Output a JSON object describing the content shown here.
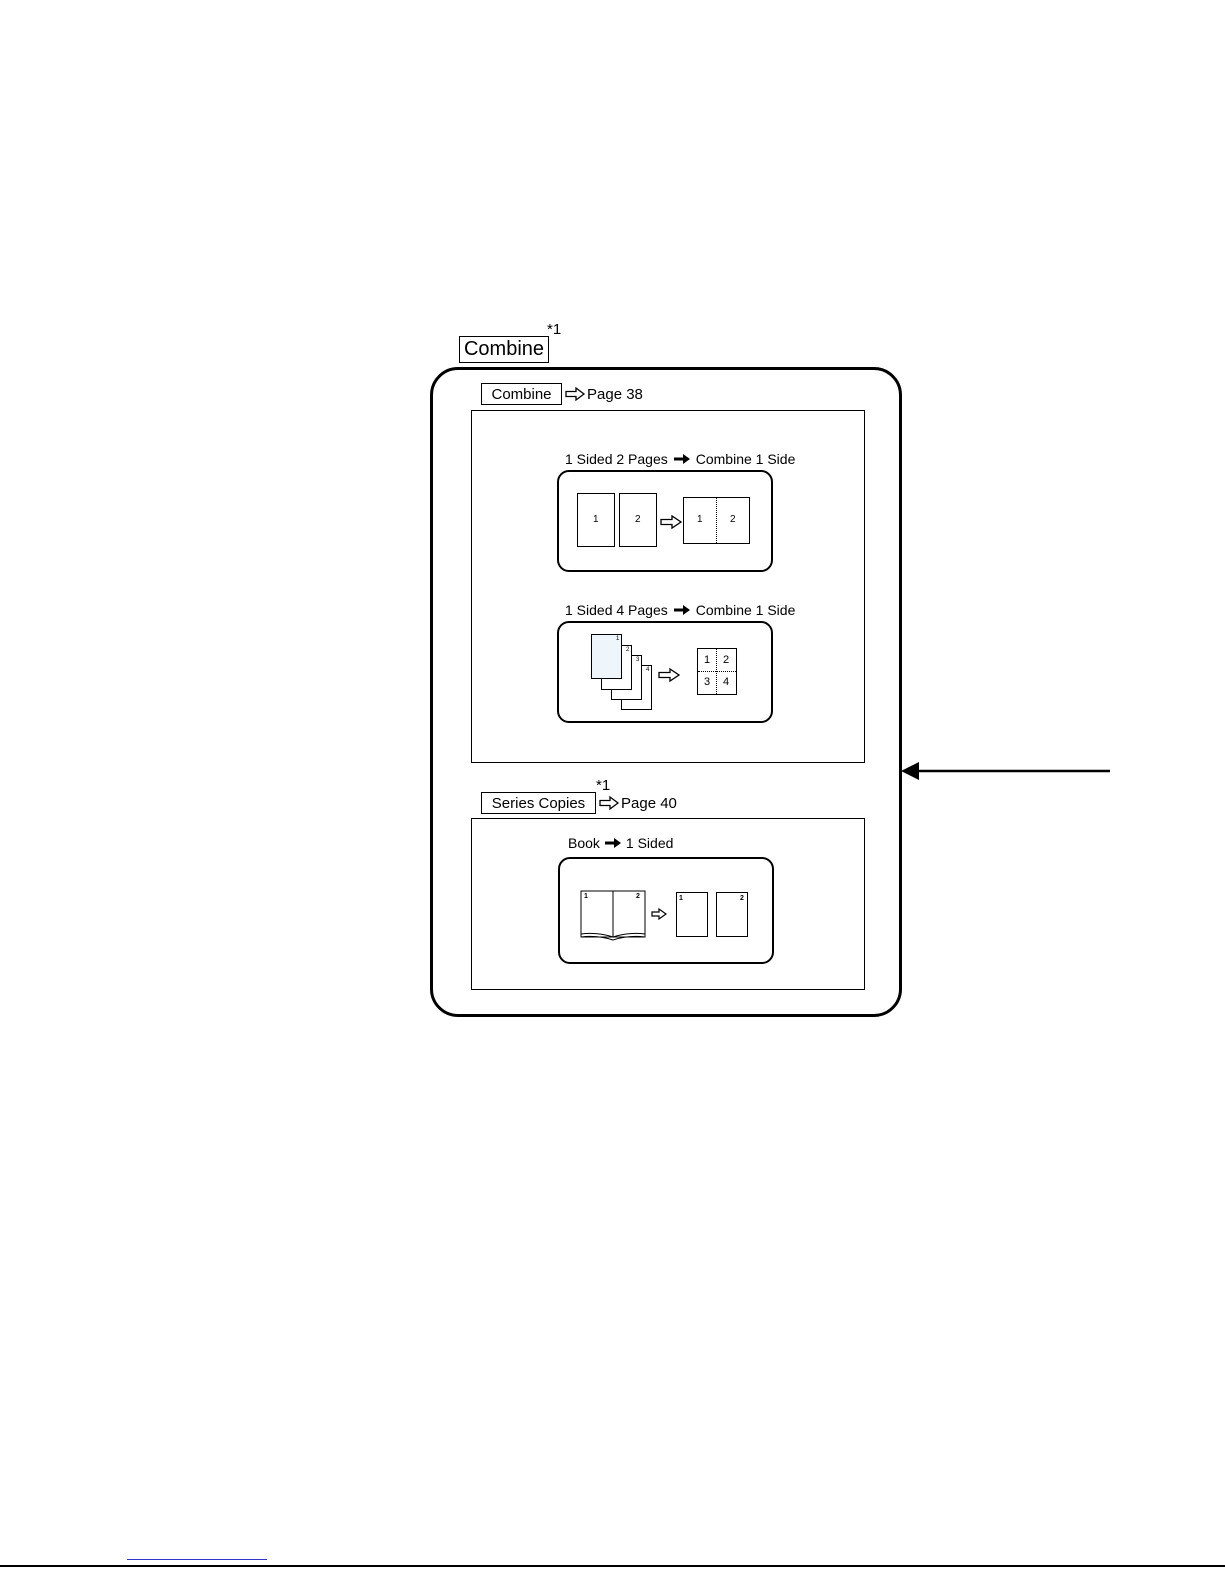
{
  "main_key": {
    "label": "Combine",
    "footnote": "*1"
  },
  "sections": [
    {
      "key_label": "Combine",
      "page_ref": "Page 38",
      "examples": [
        {
          "caption_left": "1 Sided 2 Pages",
          "caption_right": "Combine 1 Side",
          "labels": [
            "1",
            "2",
            "1",
            "2"
          ]
        },
        {
          "caption_left": "1 Sided 4 Pages",
          "caption_right": "Combine 1 Side",
          "labels": [
            "1",
            "2",
            "3",
            "4",
            "1",
            "2",
            "3",
            "4"
          ]
        }
      ]
    },
    {
      "key_label": "Series Copies",
      "footnote": "*1",
      "page_ref": "Page 40",
      "examples": [
        {
          "caption_left": "Book",
          "caption_right": "1 Sided",
          "labels": [
            "1",
            "2",
            "1",
            "2"
          ]
        }
      ]
    }
  ],
  "icons": {
    "page_ref_arrow": "hollow-right-arrow-icon",
    "caption_arrow": "solid-right-arrow-icon",
    "callout_arrow": "left-arrow-icon"
  }
}
